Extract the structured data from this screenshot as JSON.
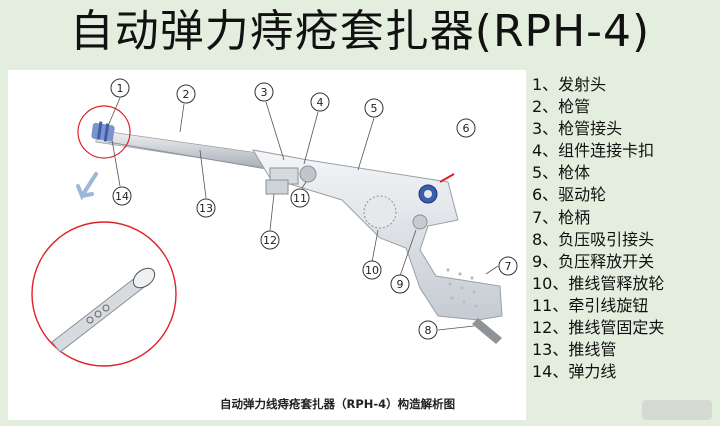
{
  "title": "自动弹力痔疮套扎器(RPH-4)",
  "caption": "自动弹力线痔疮套扎器（RPH-4）构造解析图",
  "callouts": [
    "1",
    "2",
    "3",
    "4",
    "5",
    "6",
    "7",
    "8",
    "9",
    "10",
    "11",
    "12",
    "13",
    "14"
  ],
  "legend": [
    "1、发射头",
    "2、枪管",
    "3、枪管接头",
    "4、组件连接卡扣",
    "5、枪体",
    "6、驱动轮",
    "7、枪柄",
    "8、负压吸引接头",
    "9、负压释放开关",
    "10、推线管释放轮",
    "11、牵引线旋钮",
    "12、推线管固定夹",
    "13、推线管",
    "14、弹力线"
  ],
  "colors": {
    "background": "#e3eede",
    "accent_ring": "#3a5fb0",
    "highlight": "#e0202a"
  },
  "icons": [
    "arrow-down-left-icon"
  ]
}
